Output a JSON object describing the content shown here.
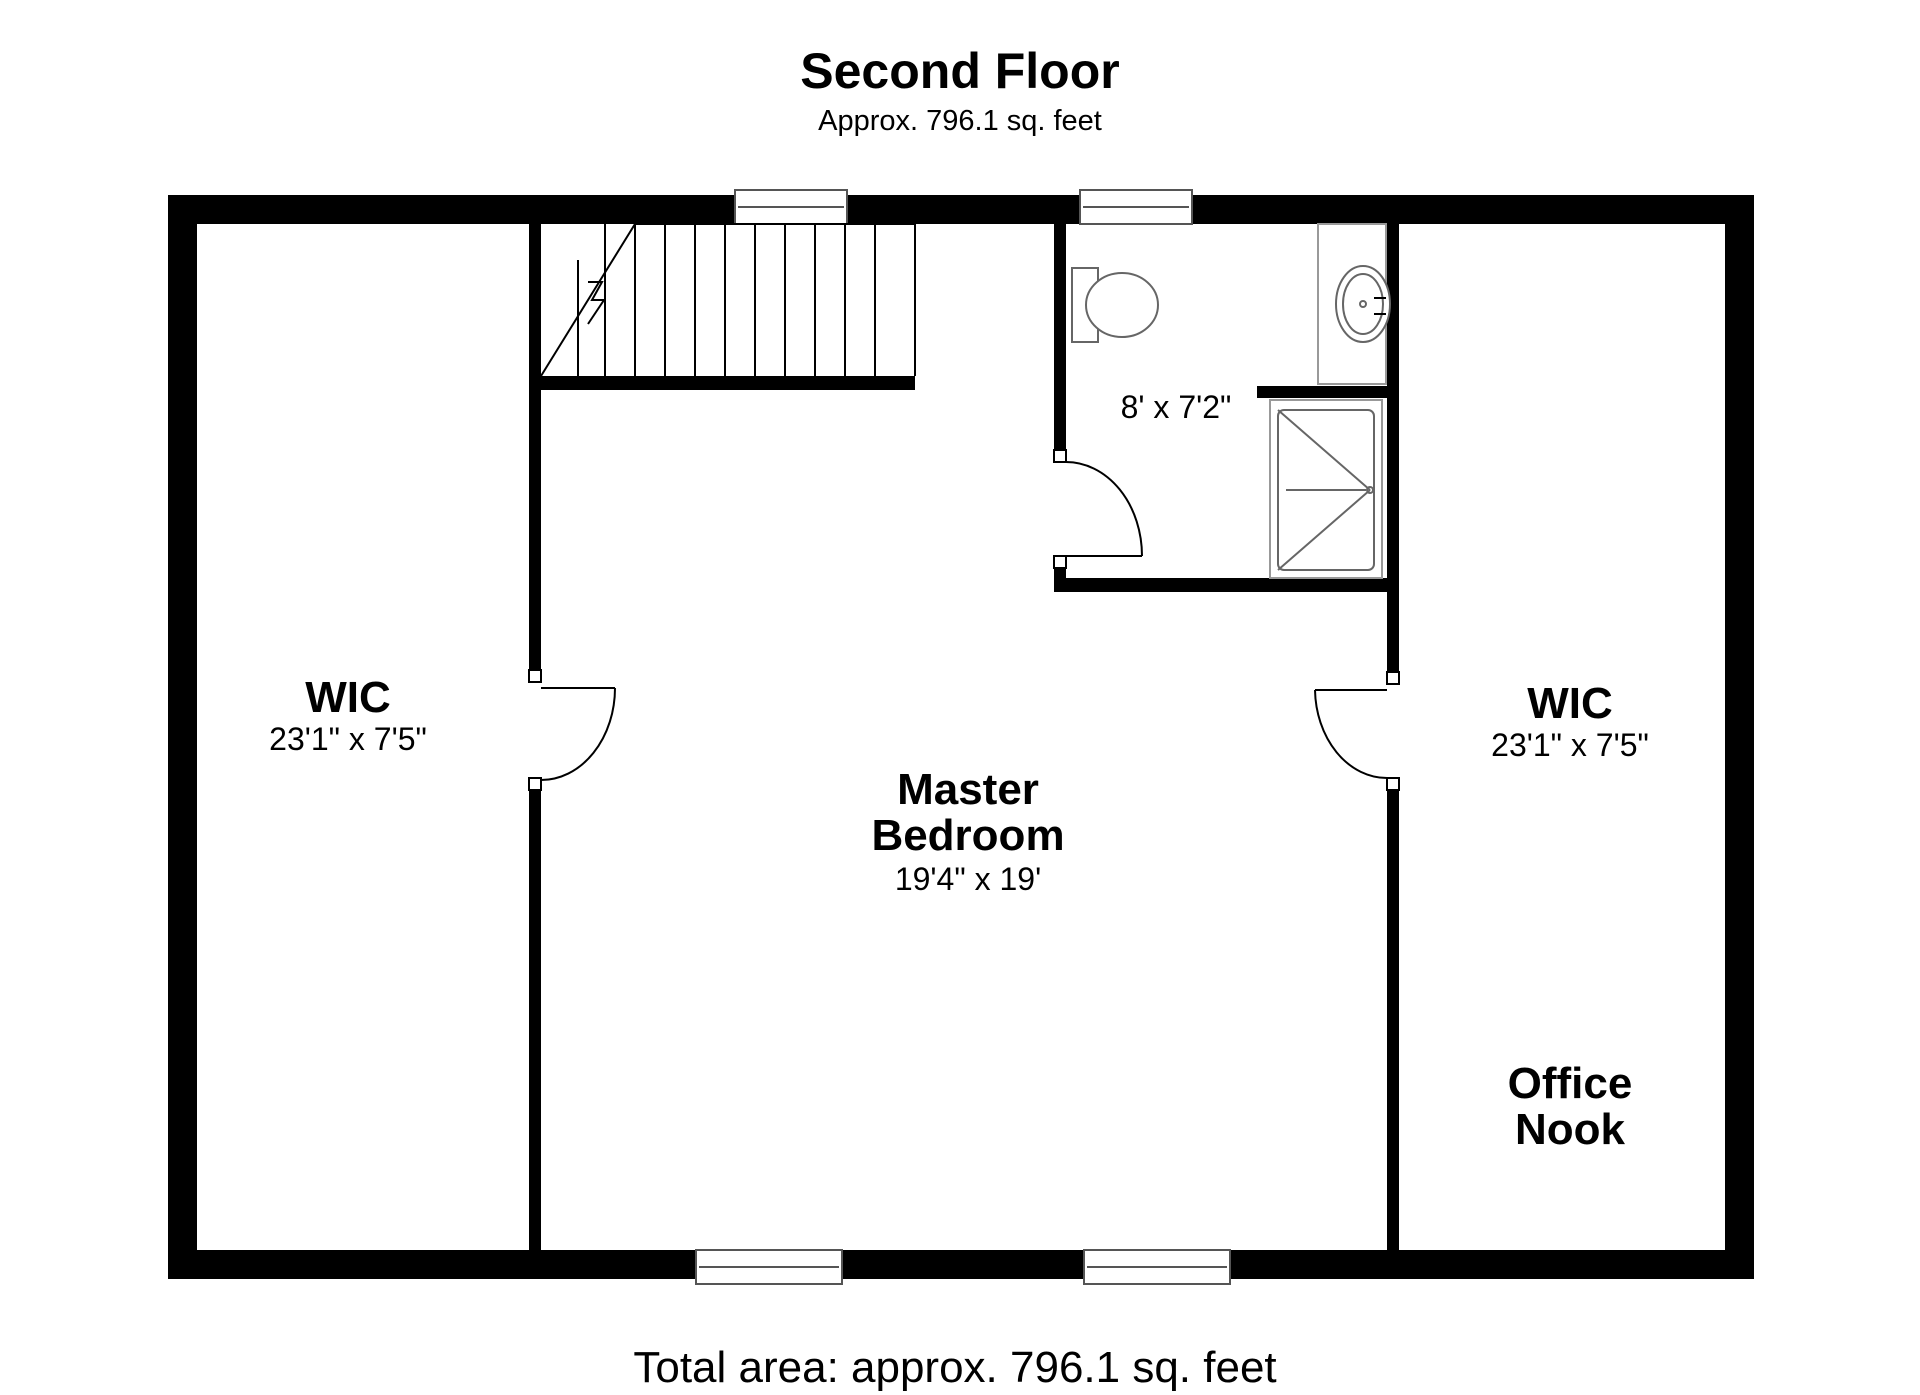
{
  "header": {
    "title": "Second Floor",
    "subtitle": "Approx. 796.1 sq. feet"
  },
  "rooms": {
    "wic_left": {
      "name": "WIC",
      "dims": "23'1\" x 7'5\""
    },
    "master": {
      "name_line1": "Master",
      "name_line2": "Bedroom",
      "dims": "19'4\" x 19'"
    },
    "bath": {
      "dims": "8' x 7'2\""
    },
    "wic_right": {
      "name": "WIC",
      "dims": "23'1\" x 7'5\""
    },
    "office": {
      "name_line1": "Office",
      "name_line2": "Nook"
    }
  },
  "footer": {
    "total": "Total area: approx. 796.1 sq. feet"
  },
  "colors": {
    "wall": "#000000",
    "fixture_line": "#888888",
    "background": "#ffffff"
  }
}
